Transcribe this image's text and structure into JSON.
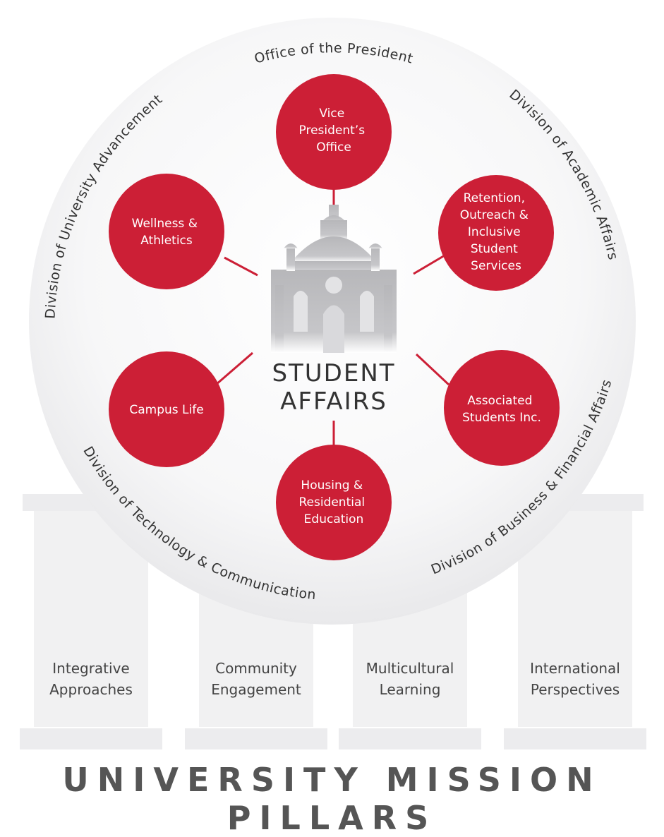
{
  "colors": {
    "accent": "#cc1f36",
    "pillar": "#f1f1f2",
    "building": "#bcbcbf",
    "text": "#333333"
  },
  "arc_labels": {
    "top": "Office of the President",
    "right_upper": "Division of Academic Affairs",
    "left_upper": "Division of University Advancement",
    "right_lower": "Division of Business & Financial Affairs",
    "left_lower": "Division of Technology & Communication"
  },
  "center": {
    "line1": "STUDENT",
    "line2": "AFFAIRS",
    "icon": "campus-building-dome-icon"
  },
  "nodes": {
    "vp": [
      "Vice",
      "President’s",
      "Office"
    ],
    "retention": [
      "Retention,",
      "Outreach &",
      "Inclusive",
      "Student",
      "Services"
    ],
    "asi": [
      "Associated",
      "Students Inc."
    ],
    "housing": [
      "Housing &",
      "Residential",
      "Education"
    ],
    "campus": [
      "Campus Life"
    ],
    "wellness": [
      "Wellness &",
      "Athletics"
    ]
  },
  "pillars": [
    {
      "line1": "Integrative",
      "line2": "Approaches"
    },
    {
      "line1": "Community",
      "line2": "Engagement"
    },
    {
      "line1": "Multicultural",
      "line2": "Learning"
    },
    {
      "line1": "International",
      "line2": "Perspectives"
    }
  ],
  "footer": "UNIVERSITY MISSION PILLARS"
}
